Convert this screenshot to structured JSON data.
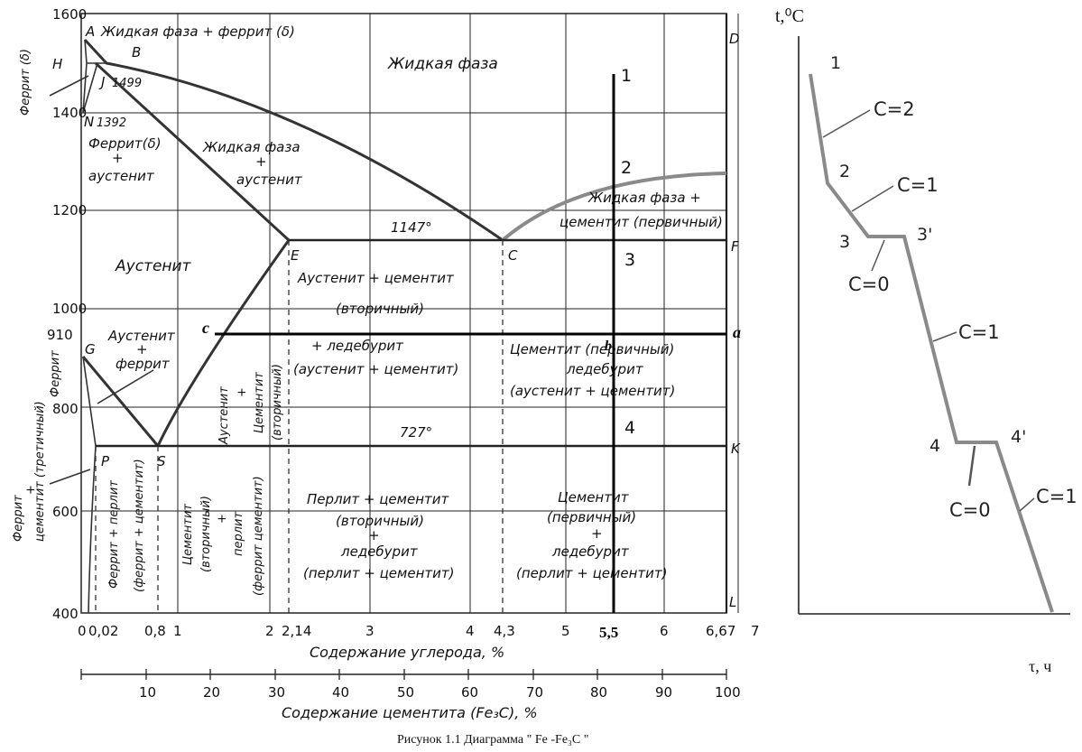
{
  "main": {
    "y_ticks": [
      "1600",
      "1400",
      "1200",
      "1000",
      "800",
      "600",
      "400"
    ],
    "extra_ticks": {
      "t910": "910"
    },
    "x_ticks": [
      "0",
      "0,02",
      "0,8",
      "1",
      "2",
      "2,14",
      "3",
      "4",
      "4,3",
      "5",
      "6",
      "6,67",
      "7"
    ],
    "x_tick_55": "5,5",
    "x_axis_label": "Содержание углерода, %",
    "cem_ticks": [
      "10",
      "20",
      "30",
      "40",
      "50",
      "60",
      "70",
      "80",
      "90",
      "100"
    ],
    "cem_axis_label": "Содержание цементита (Fe₃C), %",
    "y_axis_ferrite_top": "Феррит (δ)",
    "temps": {
      "t1147": "1147°",
      "t727": "727°",
      "t1499": "1499",
      "t1392": "1392"
    },
    "points": {
      "A": "A",
      "B": "B",
      "H": "H",
      "J": "J",
      "N": "N",
      "D": "D",
      "E": "E",
      "C": "C",
      "F": "F",
      "G": "G",
      "P": "P",
      "S": "S",
      "K": "K",
      "L": "L",
      "c": "c",
      "a": "a",
      "b": "b"
    },
    "section_numbers": [
      "1",
      "2",
      "3",
      "4"
    ],
    "regions": {
      "liquid_ferrite": "Жидкая фаза + феррит (δ)",
      "liquid": "Жидкая фаза",
      "ferrite_austenite": [
        "Феррит(δ)",
        "+",
        "аустенит"
      ],
      "liquid_austenite": [
        "Жидкая фаза",
        "+",
        "аустенит"
      ],
      "liquid_cementite": [
        "Жидкая фаза +",
        "цементит (первичный)"
      ],
      "austenite": "Аустенит",
      "aus_cem": [
        "Аустенит + цементит",
        "(вторичный)"
      ],
      "ledeburite_mid": [
        "+ ледебурит",
        "(аустенит + цементит)"
      ],
      "cem_primary_led": [
        "Цементит (первичный)",
        "ледебурит",
        "(аустенит + цементит)"
      ],
      "aus_ferrite": [
        "Аустенит",
        "+",
        "феррит"
      ],
      "ferrite_side": "Феррит",
      "aus_cem_vert": [
        "Аустенит",
        "+",
        "Цементит",
        "(вторичный)"
      ],
      "ferrite_tert": [
        "Феррит",
        "+",
        "цементит (третичный)"
      ],
      "ferrite_pearlite": [
        "Феррит + перлит",
        "(феррит + цементит)"
      ],
      "cem_pearlite": [
        "Цементит",
        "(вторичный)",
        "+",
        "перлит",
        "(феррит цементит)"
      ],
      "pearlite_cem_led": [
        "Перлит + цементит",
        "(вторичный)",
        "+",
        "ледебурит",
        "(перлит + цементит)"
      ],
      "cem_led_pearlite": [
        "Цементит",
        "(первичный)",
        "+",
        "ледебурит",
        "(перлит + цементит)"
      ]
    }
  },
  "cooling": {
    "y_axis_label": "t,⁰C",
    "x_axis_label": "τ, ч",
    "points": [
      "1",
      "2",
      "3",
      "3'",
      "4",
      "4'"
    ],
    "phase_rule": [
      "C=2",
      "C=1",
      "C=0",
      "C=1",
      "C=0",
      "C=1"
    ]
  },
  "caption": "Рисунок 1.1  Диаграмма \" Fe -Fe₃C \""
}
